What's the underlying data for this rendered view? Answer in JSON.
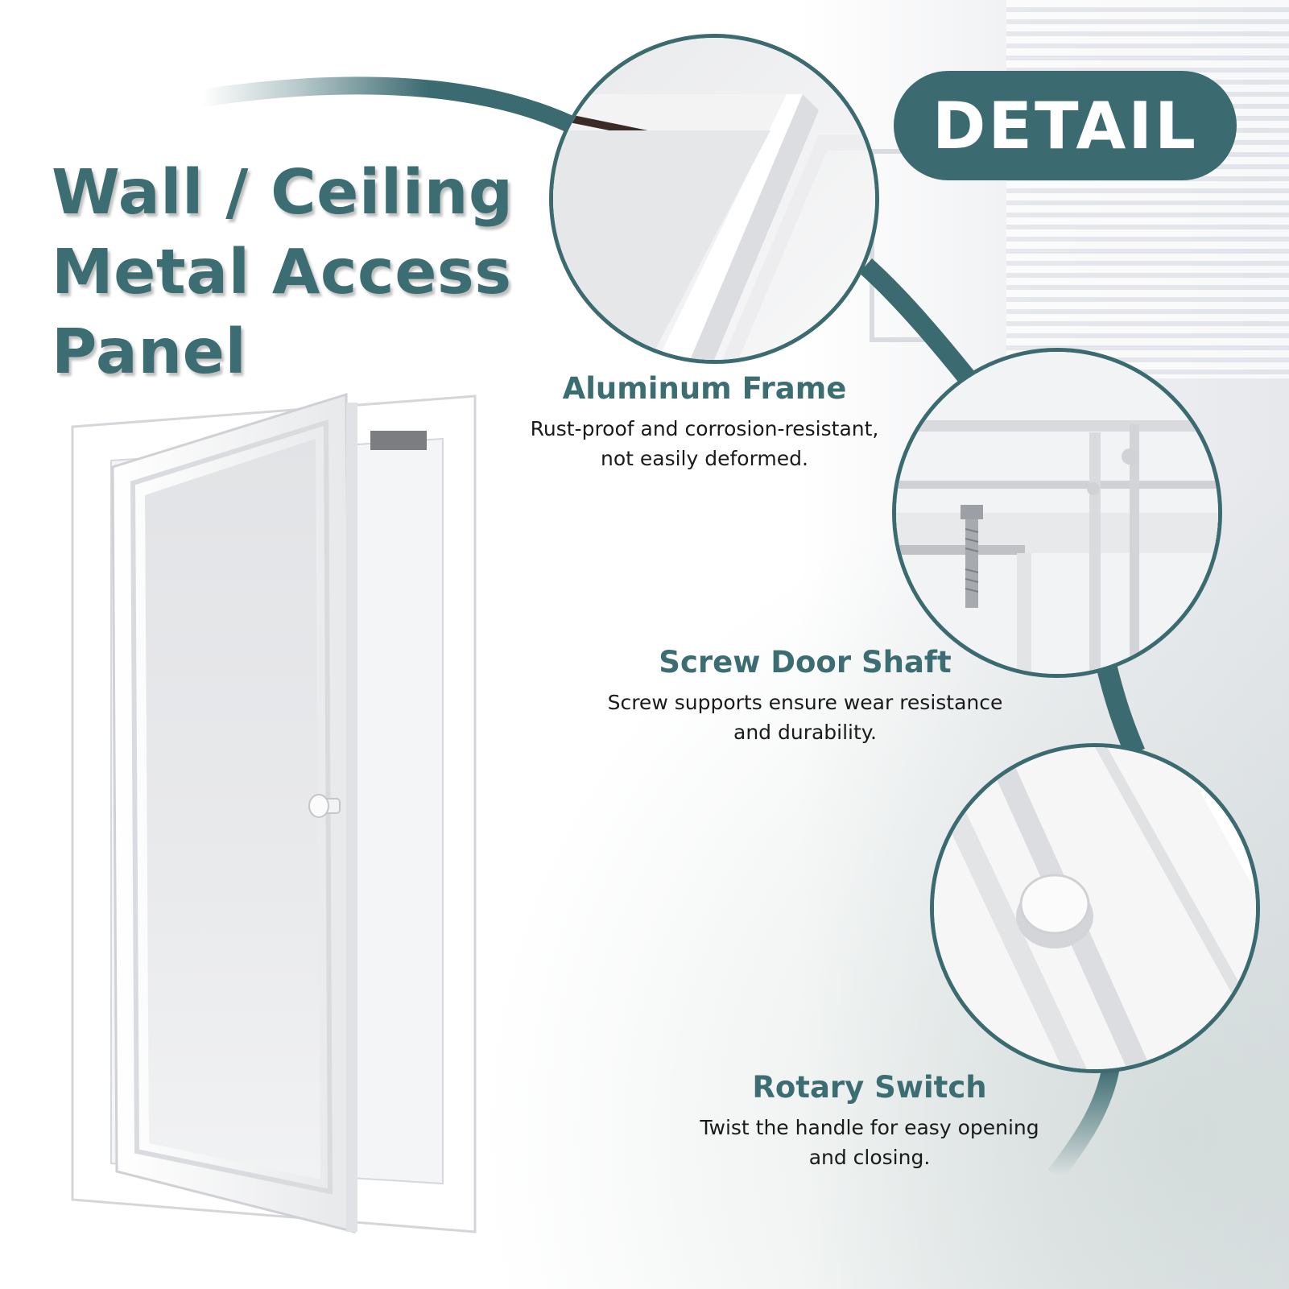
{
  "title": {
    "line1": "Wall / Ceiling",
    "line2": "Metal Access",
    "line3": "Panel"
  },
  "badge": {
    "label": "DETAIL"
  },
  "features": [
    {
      "heading": "Aluminum Frame",
      "line1": "Rust-proof and corrosion-resistant,",
      "line2": "not easily deformed."
    },
    {
      "heading": "Screw Door Shaft",
      "line1": "Screw supports ensure wear resistance",
      "line2": "and durability."
    },
    {
      "heading": "Rotary Switch",
      "line1": "Twist the handle for easy opening",
      "line2": "and closing."
    }
  ],
  "colors": {
    "accent": "#3b6b71",
    "heading_text": "#3c6d72",
    "body_text": "#1a1a1a",
    "background": "#ffffff"
  },
  "icons": [
    "access-panel-product-image",
    "frame-corner-closeup",
    "screw-hinge-closeup",
    "rotary-knob-closeup"
  ]
}
